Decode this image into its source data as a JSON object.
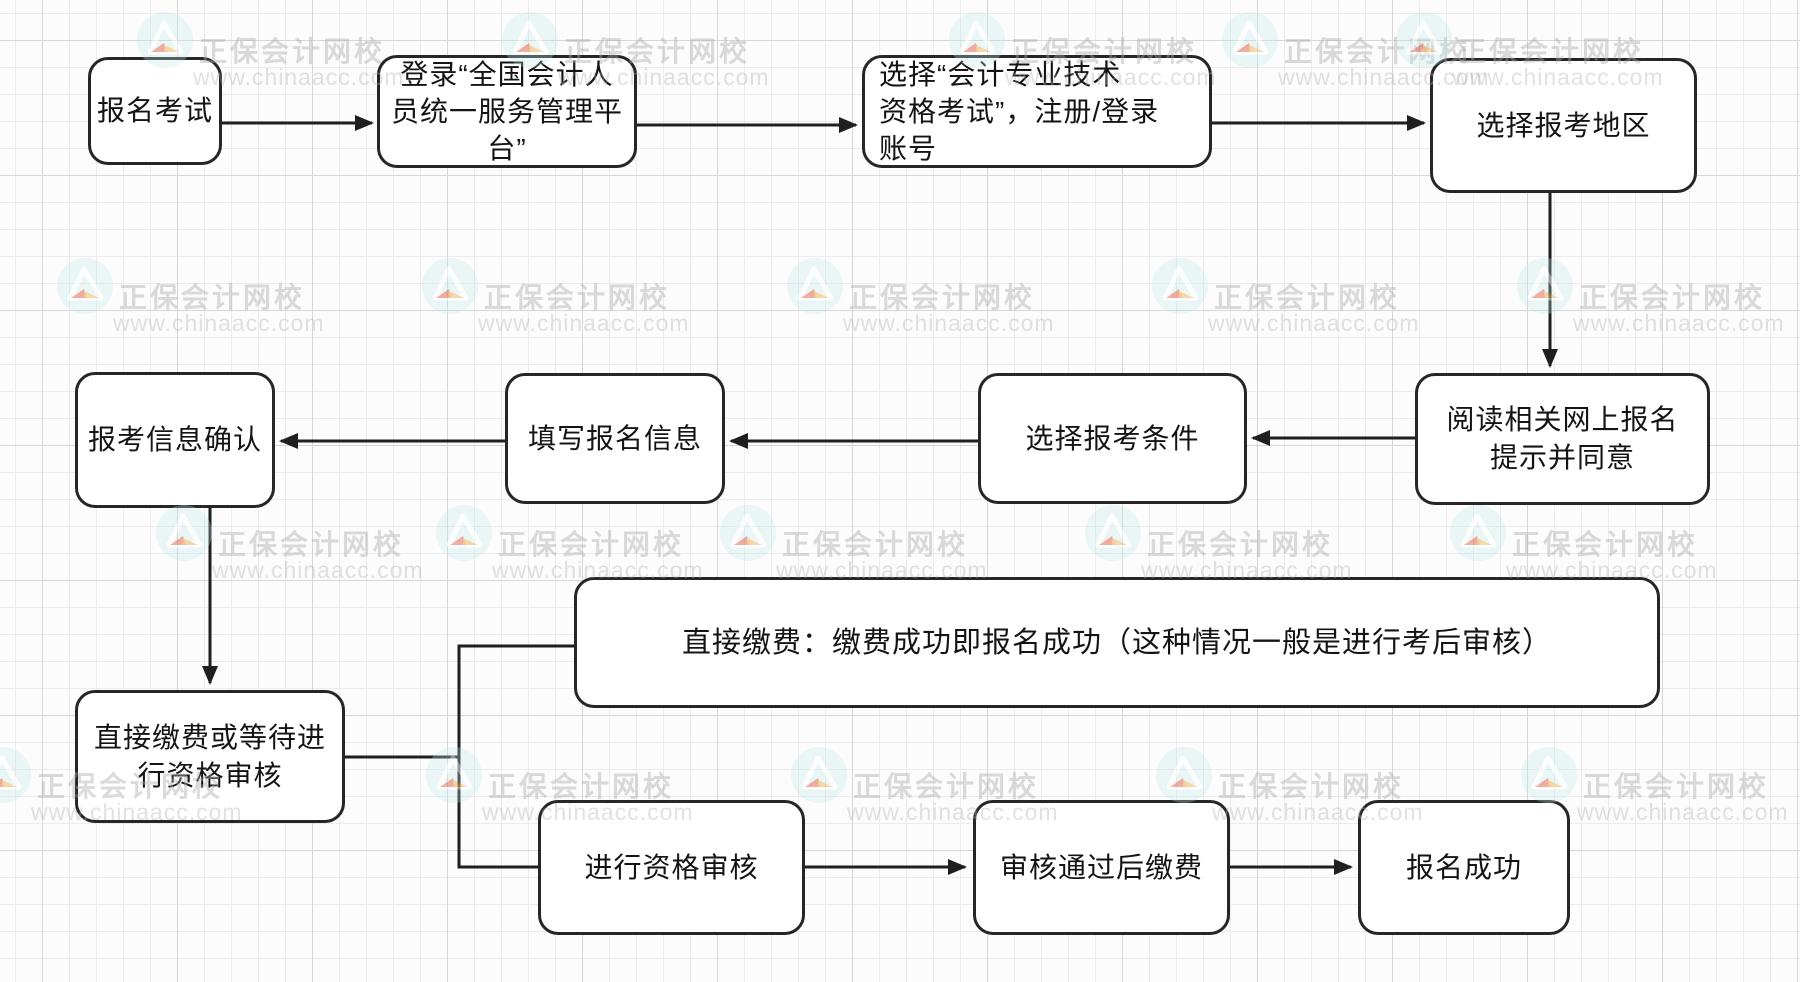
{
  "watermark": {
    "name": "正保会计网校",
    "url": "www.chinaacc.com",
    "logo_circle_color": "#bfe6e6",
    "logo_accent_orange": "#f2a93b",
    "logo_accent_red": "#e2492f"
  },
  "diagram": {
    "line_color": "#1f1f1f",
    "box_border_color": "#262626",
    "box_fill_color": "#ffffff"
  },
  "nodes": {
    "start": {
      "label": "报名考试"
    },
    "login_platform": {
      "label": "登录“全国会计人\n员统一服务管理平\n台”"
    },
    "select_exam": {
      "label": "选择“会计专业技术\n资格考试”，注册/登录\n账号"
    },
    "select_region": {
      "label": "选择报考地区"
    },
    "read_notice": {
      "label": "阅读相关网上报名\n提示并同意"
    },
    "select_condition": {
      "label": "选择报考条件"
    },
    "fill_info": {
      "label": "填写报名信息"
    },
    "confirm_info": {
      "label": "报考信息确认"
    },
    "pay_or_wait": {
      "label": "直接缴费或等待进\n行资格审核"
    },
    "direct_pay_note": {
      "label": "直接缴费：缴费成功即报名成功（这种情况一般是进行考后审核）"
    },
    "qualification_review": {
      "label": "进行资格审核"
    },
    "pay_after_review": {
      "label": "审核通过后缴费"
    },
    "success": {
      "label": "报名成功"
    }
  }
}
